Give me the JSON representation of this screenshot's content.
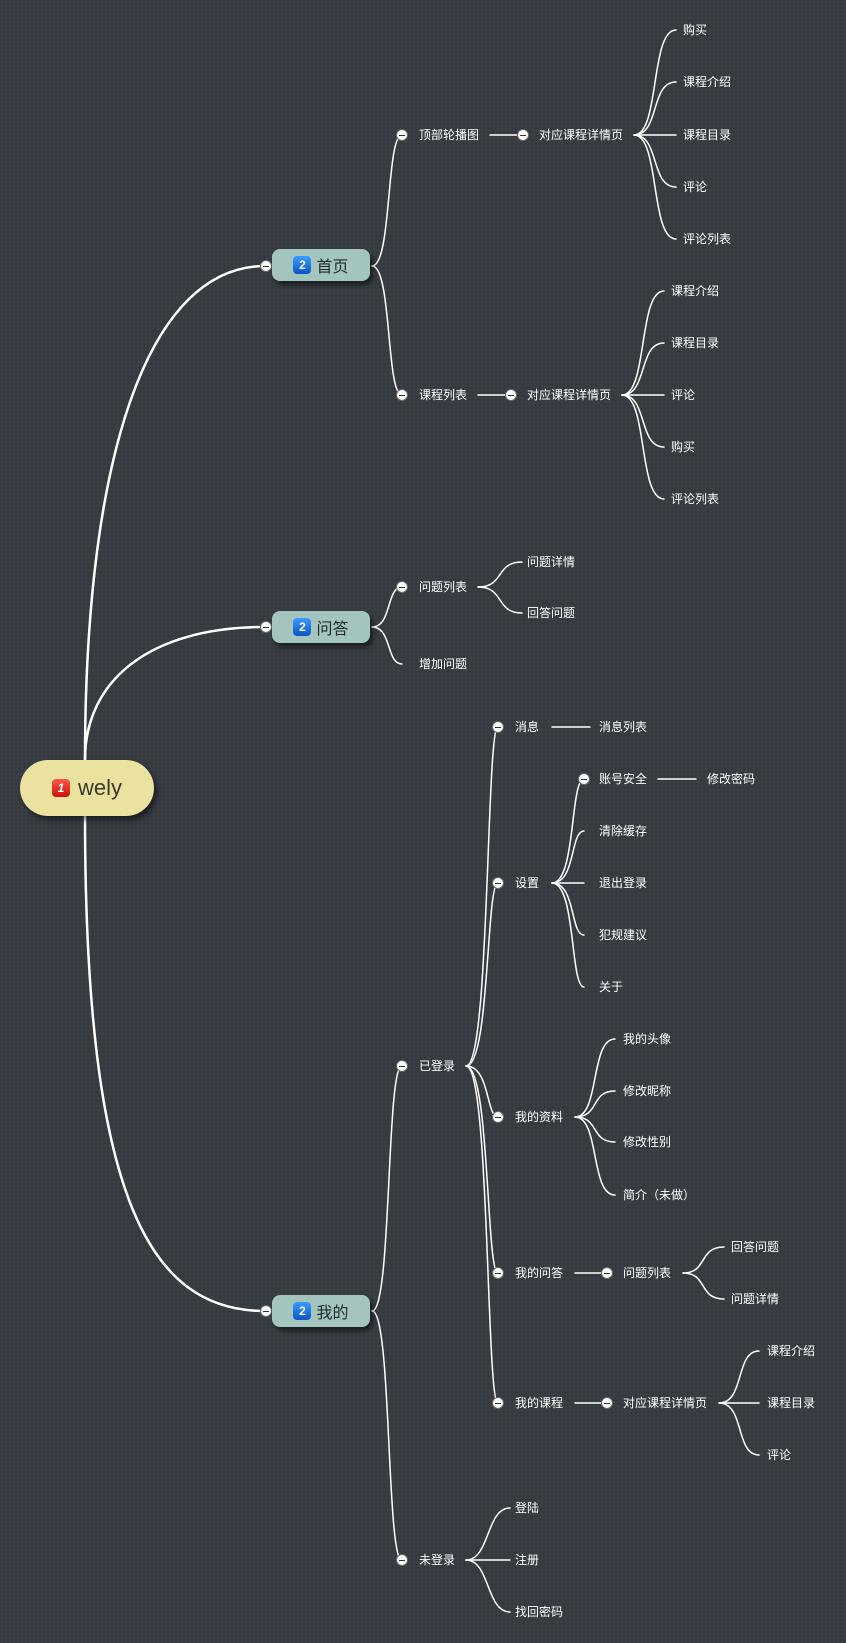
{
  "root": {
    "label": "wely",
    "badge": "1"
  },
  "branches": [
    {
      "label": "首页",
      "badge": "2"
    },
    {
      "label": "问答",
      "badge": "2"
    },
    {
      "label": "我的",
      "badge": "2"
    }
  ],
  "home": {
    "banner": "顶部轮播图",
    "banner_detail": "对应课程详情页",
    "banner_items": [
      "购买",
      "课程介绍",
      "课程目录",
      "评论",
      "评论列表"
    ],
    "course_list": "课程列表",
    "course_list_detail": "对应课程详情页",
    "course_list_items": [
      "课程介绍",
      "课程目录",
      "评论",
      "购买",
      "评论列表"
    ]
  },
  "qa": {
    "question_list": "问题列表",
    "question_list_items": [
      "问题详情",
      "回答问题"
    ],
    "add_question": "增加问题"
  },
  "mine": {
    "logged_in": "已登录",
    "messages": "消息",
    "message_list": "消息列表",
    "settings": "设置",
    "account_security": "账号安全",
    "change_password": "修改密码",
    "settings_items": [
      "清除缓存",
      "退出登录",
      "犯规建议",
      "关于"
    ],
    "my_profile": "我的资料",
    "profile_items": [
      "我的头像",
      "修改昵称",
      "修改性别",
      "简介（未做）"
    ],
    "my_qa": "我的问答",
    "my_qa_list": "问题列表",
    "my_qa_items": [
      "回答问题",
      "问题详情"
    ],
    "my_courses": "我的课程",
    "my_course_detail": "对应课程详情页",
    "my_course_items": [
      "课程介绍",
      "课程目录",
      "评论"
    ],
    "not_logged_in": "未登录",
    "not_logged_items": [
      "登陆",
      "注册",
      "找回密码"
    ]
  }
}
